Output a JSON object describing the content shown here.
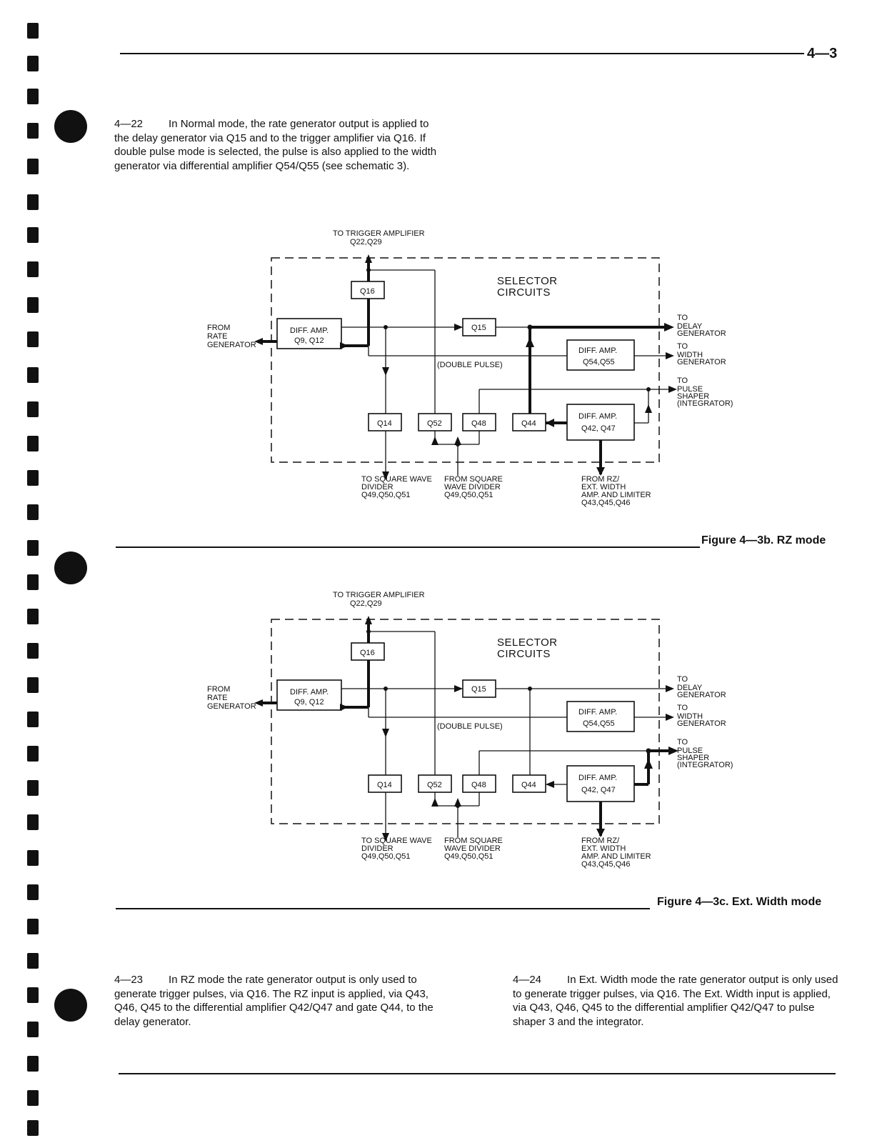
{
  "page_number": "4—3",
  "paragraphs": {
    "p22": {
      "number": "4—22",
      "text": "In Normal mode, the rate generator output is applied to the delay generator via Q15 and to the trigger amplifier via Q16. If double pulse mode is selected, the pulse is also applied to the width generator via differential amplifier Q54/Q55 (see schematic 3)."
    },
    "p23": {
      "number": "4—23",
      "text": "In RZ mode the rate generator output is only used to generate trigger pulses, via Q16. The RZ input is applied, via Q43, Q46, Q45 to the differential amplifier Q42/Q47 and gate Q44, to the delay generator."
    },
    "p24": {
      "number": "4—24",
      "text": "In Ext. Width mode the rate generator output is only used to generate trigger pulses, via Q16. The Ext. Width input is applied, via Q43, Q46, Q45 to the differential amplifier Q42/Q47 to pulse shaper 3 and the integrator."
    }
  },
  "figures": [
    {
      "caption": "Figure 4—3b. RZ mode",
      "labels": {
        "to_trigger_1": "TO TRIGGER AMPLIFIER",
        "to_trigger_2": "Q22,Q29",
        "selector_1": "SELECTOR",
        "selector_2": "CIRCUITS",
        "from_rate_1": "FROM",
        "from_rate_2": "RATE",
        "from_rate_3": "GENERATOR",
        "diff_amp_a_1": "DIFF. AMP.",
        "diff_amp_a_2": "Q9, Q12",
        "q16": "Q16",
        "q15": "Q15",
        "double_pulse": "(DOUBLE  PULSE)",
        "diff_amp_b_1": "DIFF. AMP.",
        "diff_amp_b_2": "Q54,Q55",
        "diff_amp_c_1": "DIFF. AMP.",
        "diff_amp_c_2": "Q42, Q47",
        "q14": "Q14",
        "q52": "Q52",
        "q48": "Q48",
        "q44": "Q44",
        "to_delay_1": "TO",
        "to_delay_2": "DELAY",
        "to_delay_3": "GENERATOR",
        "to_width_1": "TO",
        "to_width_2": "WIDTH",
        "to_width_3": "GENERATOR",
        "to_pulse_1": "TO",
        "to_pulse_2": "PULSE",
        "to_pulse_3": "SHAPER",
        "to_pulse_4": "(INTEGRATOR)",
        "to_sq_1": "TO SQUARE WAVE",
        "to_sq_2": "DIVIDER",
        "to_sq_3": "Q49,Q50,Q51",
        "from_sq_1": "FROM SQUARE",
        "from_sq_2": "WAVE DIVIDER",
        "from_sq_3": "Q49,Q50,Q51",
        "from_rz_1": "FROM RZ/",
        "from_rz_2": "EXT. WIDTH",
        "from_rz_3": "AMP. AND LIMITER",
        "from_rz_4": "Q43,Q45,Q46"
      }
    },
    {
      "caption": "Figure 4—3c. Ext. Width mode",
      "labels": {
        "to_trigger_1": "TO TRIGGER AMPLIFIER",
        "to_trigger_2": "Q22,Q29",
        "selector_1": "SELECTOR",
        "selector_2": "CIRCUITS",
        "from_rate_1": "FROM",
        "from_rate_2": "RATE",
        "from_rate_3": "GENERATOR",
        "diff_amp_a_1": "DIFF. AMP.",
        "diff_amp_a_2": "Q9, Q12",
        "q16": "Q16",
        "q15": "Q15",
        "double_pulse": "(DOUBLE  PULSE)",
        "diff_amp_b_1": "DIFF. AMP.",
        "diff_amp_b_2": "Q54,Q55",
        "diff_amp_c_1": "DIFF. AMP.",
        "diff_amp_c_2": "Q42, Q47",
        "q14": "Q14",
        "q52": "Q52",
        "q48": "Q48",
        "q44": "Q44",
        "to_delay_1": "TO",
        "to_delay_2": "DELAY",
        "to_delay_3": "GENERATOR",
        "to_width_1": "TO",
        "to_width_2": "WIDTH",
        "to_width_3": "GENERATOR",
        "to_pulse_1": "TO",
        "to_pulse_2": "PULSE",
        "to_pulse_3": "SHAPER",
        "to_pulse_4": "(INTEGRATOR)",
        "to_sq_1": "TO SQUARE WAVE",
        "to_sq_2": "DIVIDER",
        "to_sq_3": "Q49,Q50,Q51",
        "from_sq_1": "FROM SQUARE",
        "from_sq_2": "WAVE DIVIDER",
        "from_sq_3": "Q49,Q50,Q51",
        "from_rz_1": "FROM RZ/",
        "from_rz_2": "EXT. WIDTH",
        "from_rz_3": "AMP. AND LIMITER",
        "from_rz_4": "Q43,Q45,Q46"
      }
    }
  ]
}
